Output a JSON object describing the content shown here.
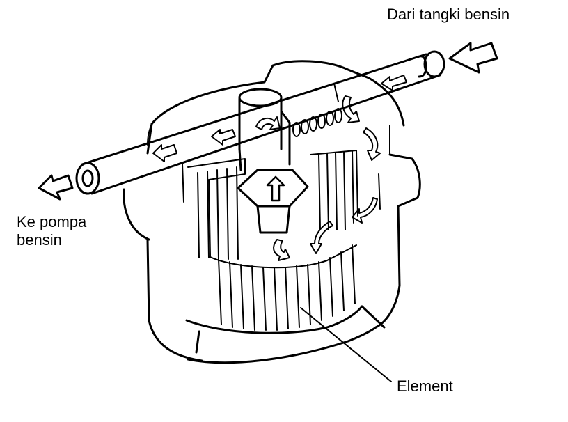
{
  "labels": {
    "inlet": "Dari tangki bensin",
    "outlet_line1": "Ke pompa",
    "outlet_line2": "bensin",
    "element": "Element"
  },
  "colors": {
    "ink": "#000000",
    "paper": "#ffffff"
  },
  "icons": {
    "inlet_arrow": "arrow-left-icon",
    "outlet_arrow": "arrow-left-icon",
    "flow_arrows": "curved-arrow-icon"
  }
}
